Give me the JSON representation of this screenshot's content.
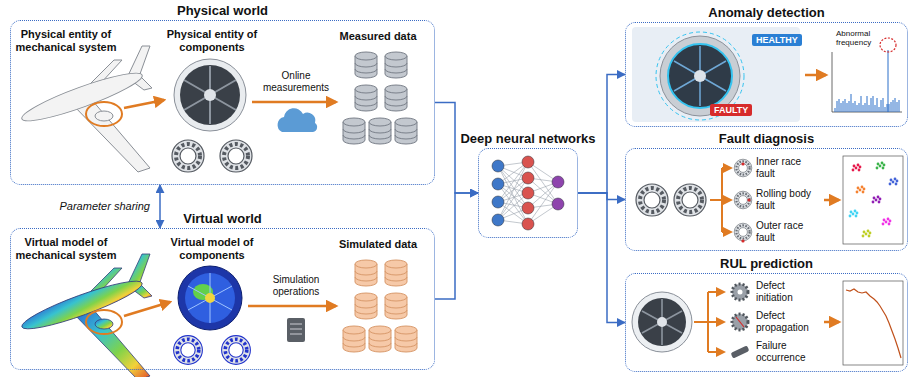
{
  "diagram": {
    "nodes": [
      {
        "text": [
          "Physical world"
        ]
      },
      {
        "text": [
          "Virtual world"
        ]
      },
      {
        "text": [
          "Deep neural networks"
        ]
      },
      {
        "text": [
          "Anomaly detection"
        ]
      },
      {
        "text": [
          "Fault diagnosis"
        ]
      },
      {
        "text": [
          "RUL prediction"
        ]
      }
    ],
    "edges": [
      {
        "from": 0,
        "to": 2,
        "arrow": "to"
      },
      {
        "from": 1,
        "to": 2,
        "arrow": "to"
      },
      {
        "from": 2,
        "to": 3,
        "arrow": "to"
      },
      {
        "from": 2,
        "to": 4,
        "arrow": "to"
      },
      {
        "from": 2,
        "to": 5,
        "arrow": "to"
      },
      {
        "from": 0,
        "to": 1,
        "label": "Parameter sharing",
        "arrow": "both"
      }
    ],
    "labels": [
      "Physical entity of mechanical system",
      "Physical entity of components",
      "Measured data",
      "Online measurements",
      "Virtual model of mechanical system",
      "Virtual model of components",
      "Simulated data",
      "Simulation operations",
      "HEALTHY",
      "FAULTY",
      "Abnormal frequency",
      "Inner race fault",
      "Rolling body fault",
      "Outer race fault",
      "Defect initiation",
      "Defect propagation",
      "Failure occurrence"
    ]
  }
}
